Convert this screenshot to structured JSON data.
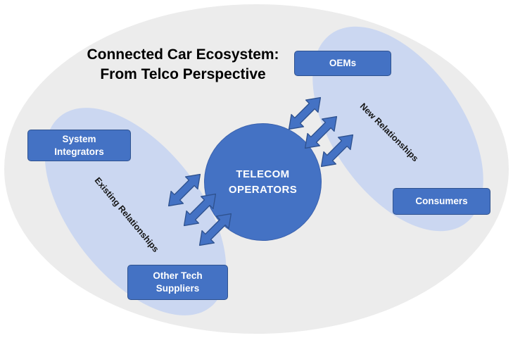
{
  "title": {
    "line1": "Connected Car Ecosystem:",
    "line2": "From Telco Perspective"
  },
  "center": {
    "line1": "TELECOM",
    "line2": "OPERATORS"
  },
  "left_group": {
    "relationship_label": "Existing Relationships",
    "nodes": [
      {
        "name": "System Integrators",
        "line1": "System",
        "line2": "Integrators"
      },
      {
        "name": "Other Tech Suppliers",
        "line1": "Other Tech",
        "line2": "Suppliers"
      }
    ]
  },
  "right_group": {
    "relationship_label": "New Relationships",
    "nodes": [
      {
        "name": "OEMs",
        "line1": "OEMs"
      },
      {
        "name": "Consumers",
        "line1": "Consumers"
      }
    ]
  },
  "colors": {
    "node_fill": "#4472C4",
    "node_border": "#2F528F",
    "center_fill": "#4472C4",
    "group_ellipse_fill": "#CBD7F1",
    "outer_ellipse_fill": "#ECECEC",
    "arrow_fill": "#4472C4",
    "text_on_blue": "#FFFFFF",
    "title_color": "#000000"
  }
}
